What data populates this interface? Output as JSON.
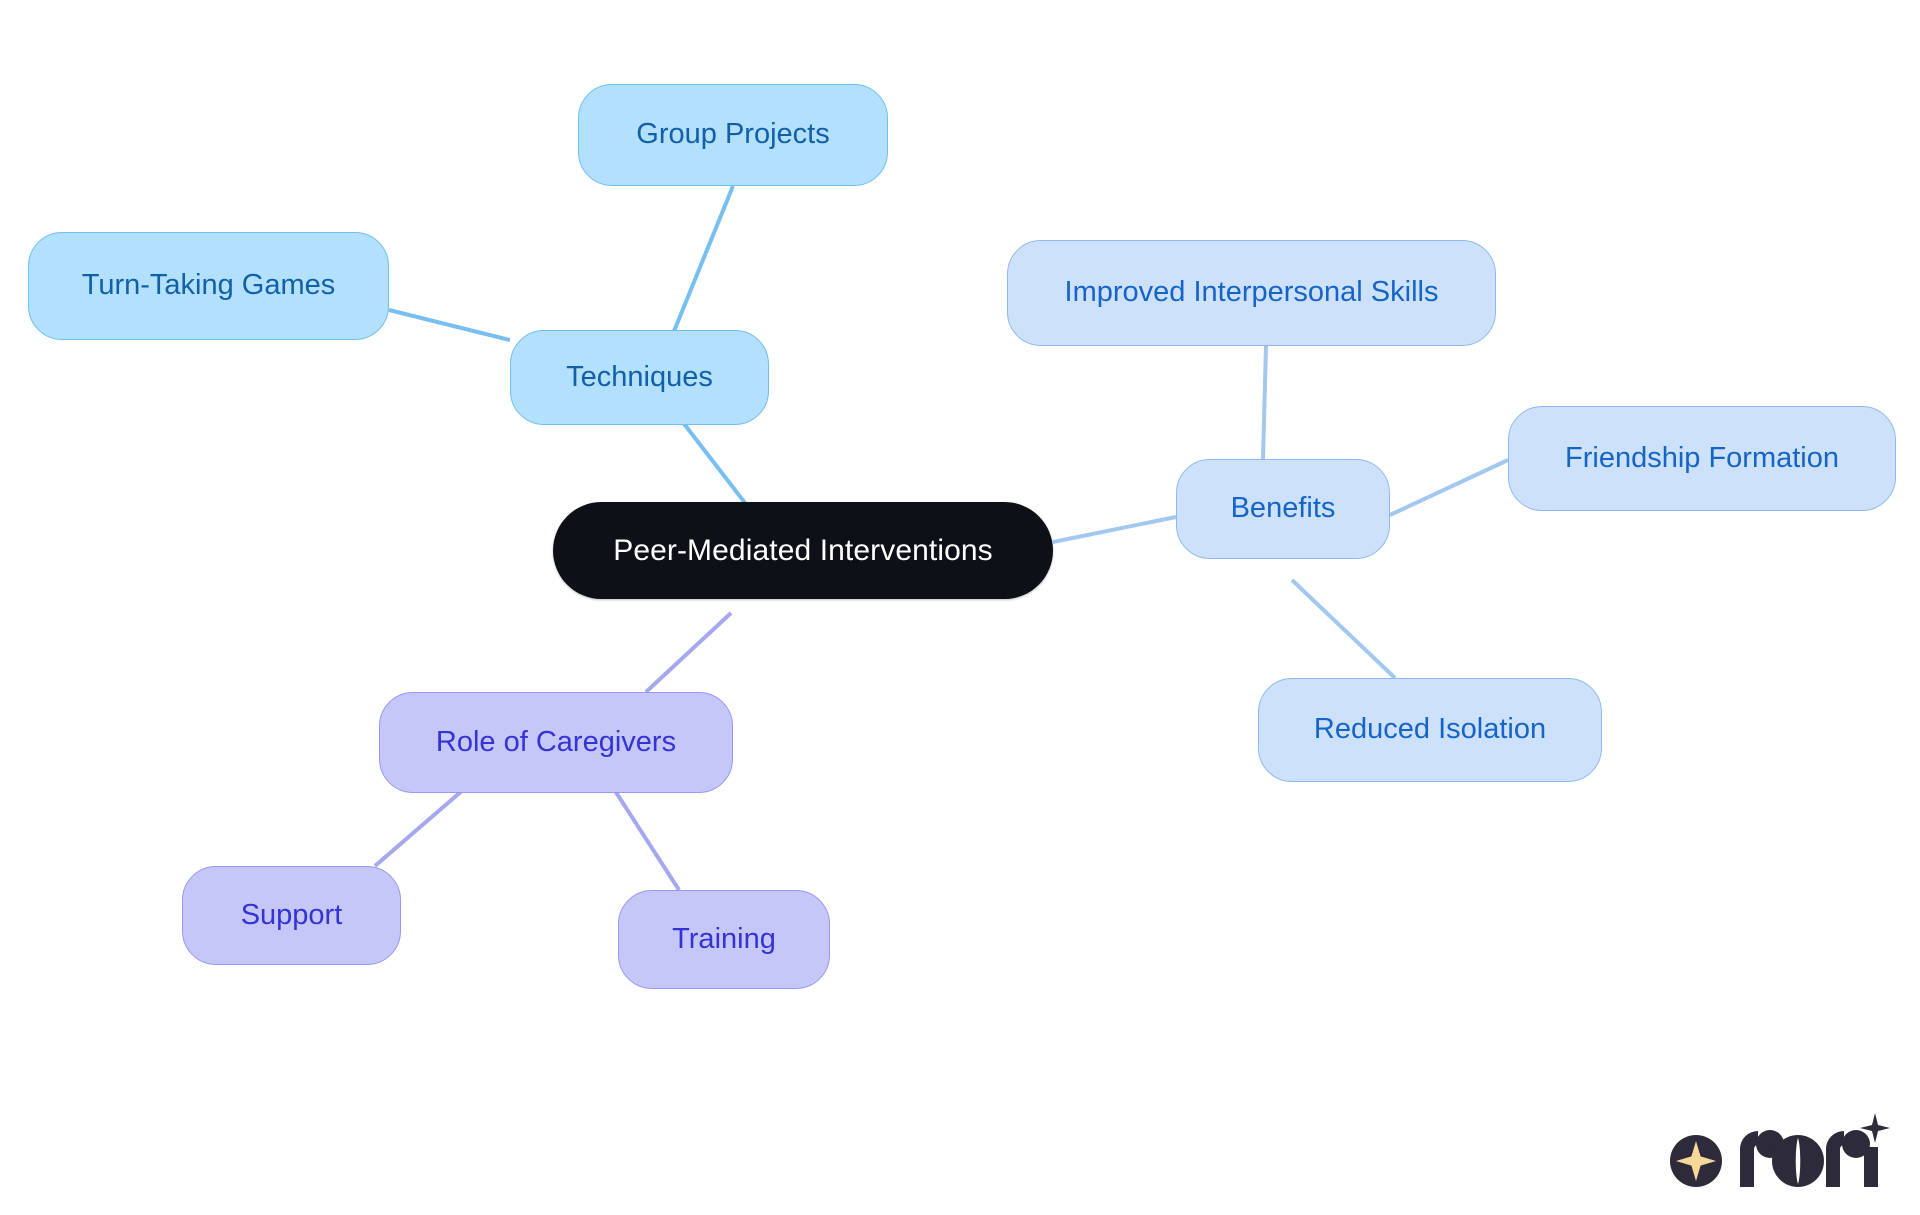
{
  "diagram": {
    "type": "mind-map",
    "background_color": "#ffffff",
    "root": {
      "id": "root",
      "label": "Peer-Mediated Interventions",
      "fill": "#0d1117",
      "text_color": "#ffffff"
    },
    "branches": [
      {
        "id": "techniques",
        "label": "Techniques",
        "fill": "#b3e0fc",
        "border": "#6fc0ef",
        "text_color": "#1160a8",
        "edge_color": "#77bff0",
        "children": [
          {
            "id": "group-projects",
            "label": "Group Projects"
          },
          {
            "id": "turn-taking-games",
            "label": "Turn-Taking Games"
          }
        ]
      },
      {
        "id": "benefits",
        "label": "Benefits",
        "fill": "#cde1fa",
        "border": "#8cbaf0",
        "text_color": "#1565c8",
        "edge_color": "#a3c8ef",
        "children": [
          {
            "id": "improved-interpersonal-skills",
            "label": "Improved Interpersonal Skills"
          },
          {
            "id": "friendship-formation",
            "label": "Friendship Formation"
          },
          {
            "id": "reduced-isolation",
            "label": "Reduced Isolation"
          }
        ]
      },
      {
        "id": "role-of-caregivers",
        "label": "Role of Caregivers",
        "fill": "#c6c7f9",
        "border": "#9698f2",
        "text_color": "#3333d6",
        "edge_color": "#a5a8f0",
        "children": [
          {
            "id": "support",
            "label": "Support"
          },
          {
            "id": "training",
            "label": "Training"
          }
        ]
      }
    ],
    "edges": [
      {
        "from": "root",
        "to": "techniques",
        "color": "#77bff0"
      },
      {
        "from": "techniques",
        "to": "group-projects",
        "color": "#77bff0"
      },
      {
        "from": "techniques",
        "to": "turn-taking-games",
        "color": "#77bff0"
      },
      {
        "from": "root",
        "to": "benefits",
        "color": "#a3c8ef"
      },
      {
        "from": "benefits",
        "to": "improved-interpersonal-skills",
        "color": "#a3c8ef"
      },
      {
        "from": "benefits",
        "to": "friendship-formation",
        "color": "#a3c8ef"
      },
      {
        "from": "benefits",
        "to": "reduced-isolation",
        "color": "#a3c8ef"
      },
      {
        "from": "root",
        "to": "role-of-caregivers",
        "color": "#a5a8f0"
      },
      {
        "from": "role-of-caregivers",
        "to": "support",
        "color": "#a5a8f0"
      },
      {
        "from": "role-of-caregivers",
        "to": "training",
        "color": "#a5a8f0"
      }
    ]
  },
  "logo": {
    "wordmark": "rori",
    "mark_color": "#2d2b3a",
    "star_color": "#f8d79b"
  }
}
